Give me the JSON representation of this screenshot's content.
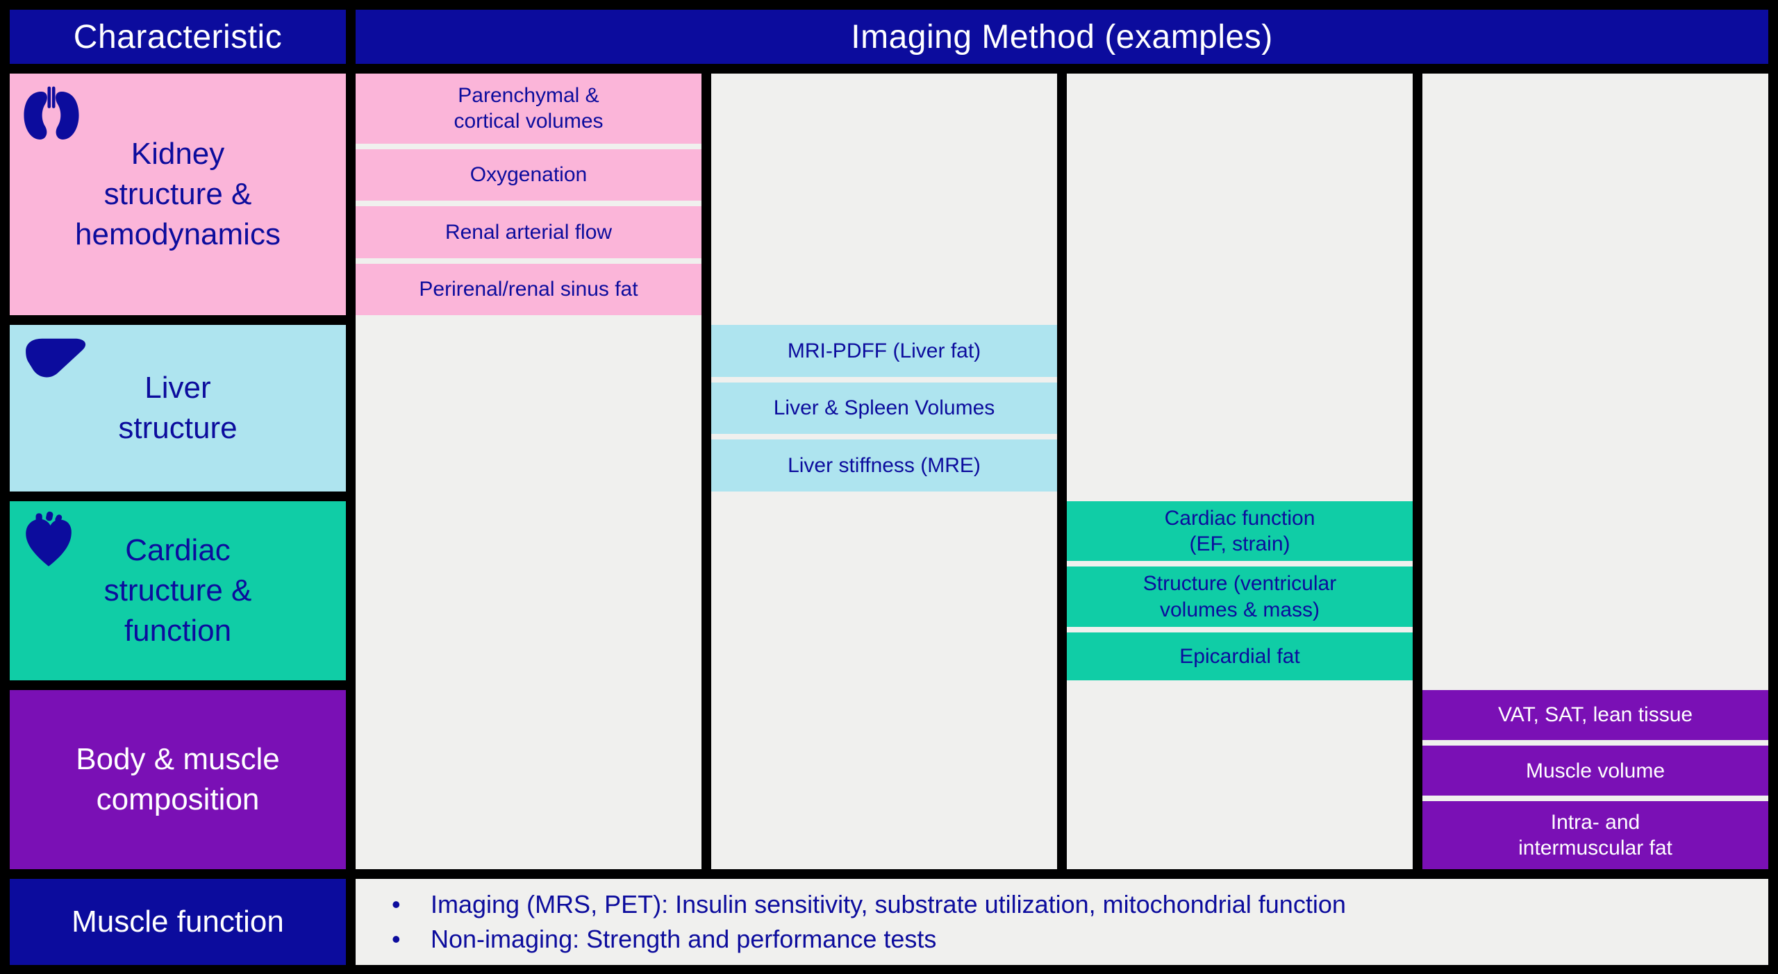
{
  "header": {
    "characteristic": "Characteristic",
    "imaging_method": "Imaging Method (examples)"
  },
  "characteristics": [
    {
      "label": "Kidney\nstructure &\nhemodynamics",
      "icon": "kidney-icon"
    },
    {
      "label": "Liver\nstructure",
      "icon": "liver-icon"
    },
    {
      "label": "Cardiac\nstructure &\nfunction",
      "icon": "heart-icon"
    },
    {
      "label": "Body & muscle\ncomposition",
      "icon": ""
    },
    {
      "label": "Muscle function",
      "icon": ""
    }
  ],
  "methods": {
    "kidney": [
      "Parenchymal &\ncortical volumes",
      "Oxygenation",
      "Renal arterial flow",
      "Perirenal/renal sinus fat"
    ],
    "liver": [
      "MRI-PDFF (Liver fat)",
      "Liver & Spleen Volumes",
      "Liver stiffness (MRE)"
    ],
    "cardiac": [
      "Cardiac function\n(EF, strain)",
      "Structure (ventricular\nvolumes & mass)",
      "Epicardial fat"
    ],
    "body": [
      "VAT, SAT, lean tissue",
      "Muscle volume",
      "Intra- and\nintermuscular fat"
    ]
  },
  "muscle_function": {
    "bullet_char": "•",
    "bullets": [
      "Imaging (MRS, PET): Insulin sensitivity, substrate utilization, mitochondrial function",
      "Non-imaging: Strength and performance tests"
    ]
  },
  "colors": {
    "navy": "#0c0c9d",
    "pink": "#fbb5d9",
    "cyan": "#aee4ef",
    "teal": "#10cda6",
    "purple": "#7a10b5",
    "gray": "#f0f0ee"
  }
}
